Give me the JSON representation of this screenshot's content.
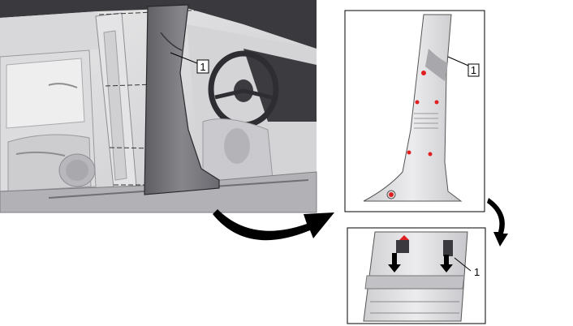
{
  "callouts": {
    "main_label": "1",
    "detail_label": "1",
    "clip_label": "1"
  },
  "colors": {
    "panel_fill": "#7b7b80",
    "panel_dark": "#55555a",
    "detail_fill": "#d9d9db",
    "clip_red": "#e02020",
    "arrow": "#000000",
    "frame": "#000000"
  }
}
